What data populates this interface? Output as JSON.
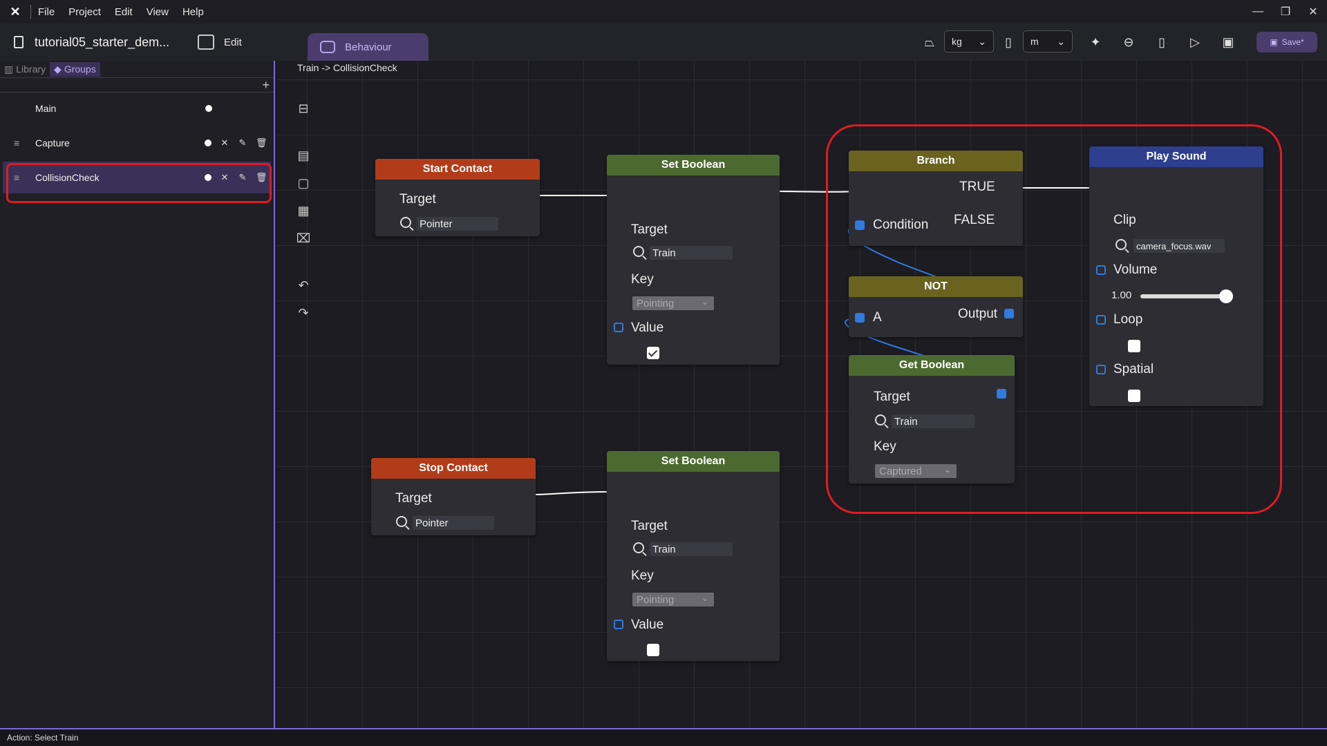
{
  "app": {
    "menu": [
      "File",
      "Project",
      "Edit",
      "View",
      "Help"
    ],
    "window_controls": [
      "minimize",
      "restore",
      "close"
    ]
  },
  "toolbar": {
    "project_name": "tutorial05_starter_dem...",
    "edit_label": "Edit",
    "behaviour_tab": "Behaviour",
    "mass_unit": "kg",
    "length_unit": "m",
    "save_label": "Save*"
  },
  "left_panel": {
    "tabs": [
      "Library",
      "Groups"
    ],
    "active_tab": "Groups",
    "add_symbol": "+",
    "groups": [
      {
        "name": "Main",
        "selected": false
      },
      {
        "name": "Capture",
        "selected": false
      },
      {
        "name": "CollisionCheck",
        "selected": true
      }
    ]
  },
  "canvas": {
    "breadcrumb": "Train -> CollisionCheck"
  },
  "nodes": {
    "start_contact": {
      "title": "Start Contact",
      "target_label": "Target",
      "target_value": "Pointer"
    },
    "set_boolean_1": {
      "title": "Set Boolean",
      "target_label": "Target",
      "target_value": "Train",
      "key_label": "Key",
      "key_value": "Pointing",
      "value_label": "Value",
      "value_checked": true
    },
    "stop_contact": {
      "title": "Stop Contact",
      "target_label": "Target",
      "target_value": "Pointer"
    },
    "set_boolean_2": {
      "title": "Set Boolean",
      "target_label": "Target",
      "target_value": "Train",
      "key_label": "Key",
      "key_value": "Pointing",
      "value_label": "Value",
      "value_checked": false
    },
    "branch": {
      "title": "Branch",
      "true_label": "TRUE",
      "false_label": "FALSE",
      "condition_label": "Condition"
    },
    "not": {
      "title": "NOT",
      "a_label": "A",
      "output_label": "Output"
    },
    "get_boolean": {
      "title": "Get Boolean",
      "target_label": "Target",
      "target_value": "Train",
      "key_label": "Key",
      "key_value": "Captured"
    },
    "play_sound": {
      "title": "Play Sound",
      "clip_label": "Clip",
      "clip_value": "camera_focus.wav",
      "volume_label": "Volume",
      "volume_value": "1.00",
      "volume_level": 1.0,
      "loop_label": "Loop",
      "loop_checked": false,
      "spatial_label": "Spatial",
      "spatial_checked": false
    }
  },
  "colors": {
    "accent": "#7a6ad8",
    "event_header": "#b23c1a",
    "action_header": "#4c6a30",
    "logic_header": "#6a6320",
    "audio_header": "#2e3f8f",
    "data_pin": "#2f7be0",
    "highlight": "#e01b24"
  },
  "status": {
    "text": "Action: Select Train"
  }
}
